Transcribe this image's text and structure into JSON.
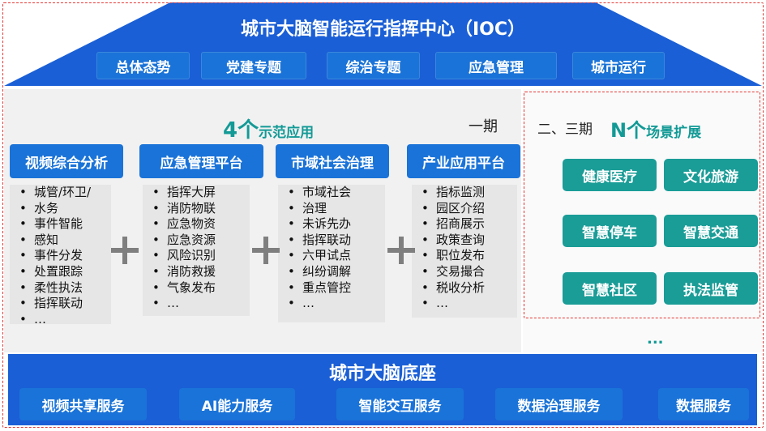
{
  "header": {
    "title": "城市大脑智能运行指挥中心（IOC）",
    "topics": [
      "总体态势",
      "党建专题",
      "综治专题",
      "应急管理",
      "城市运行"
    ]
  },
  "demo": {
    "count": "4个",
    "label": "示范应用",
    "phase": "一期",
    "columns": [
      {
        "title": "视频综合分析",
        "items": [
          "城管/环卫/",
          "水务",
          "事件智能",
          "感知",
          "事件分发",
          "处置跟踪",
          "柔性执法",
          "指挥联动",
          "…"
        ]
      },
      {
        "title": "应急管理平台",
        "items": [
          "指挥大屏",
          "消防物联",
          "应急物资",
          "应急资源",
          "风险识别",
          "消防救援",
          "气象发布",
          "…"
        ]
      },
      {
        "title": "市域社会治理",
        "items": [
          "市域社会",
          "治理",
          "未诉先办",
          "指挥联动",
          "六甲试点",
          "纠纷调解",
          "重点管控",
          "…"
        ]
      },
      {
        "title": "产业应用平台",
        "items": [
          "指标监测",
          "园区介绍",
          "招商展示",
          "政策查询",
          "职位发布",
          "交易撮合",
          "税收分析",
          "…"
        ]
      }
    ]
  },
  "expansion": {
    "phase": "二、三期",
    "count": "N个",
    "label": "场景扩展",
    "scenes": [
      "健康医疗",
      "文化旅游",
      "智慧停车",
      "智慧交通",
      "智慧社区",
      "执法监管"
    ],
    "more": "..."
  },
  "base": {
    "title": "城市大脑底座",
    "services": [
      "视频共享服务",
      "AI能力服务",
      "智能交互服务",
      "数据治理服务",
      "数据服务"
    ]
  },
  "colors": {
    "roof": "#1a5fd6",
    "button_blue": "#1a73d8",
    "teal": "#1a9c97",
    "dashed_border": "#e53935"
  }
}
